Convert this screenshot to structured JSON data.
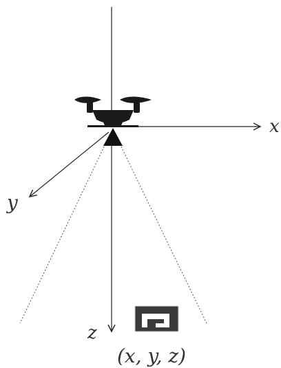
{
  "diagram": {
    "axis_labels": {
      "x": "x",
      "y": "y",
      "z": "z"
    },
    "target_label": "(x, y, z)",
    "icons": {
      "drone": "drone-icon",
      "target": "aruco-marker-icon"
    },
    "colors": {
      "line": "#222222",
      "dashed": "#555555",
      "drone": "#1a1a1a",
      "marker_bg": "#3a3a3a"
    }
  }
}
